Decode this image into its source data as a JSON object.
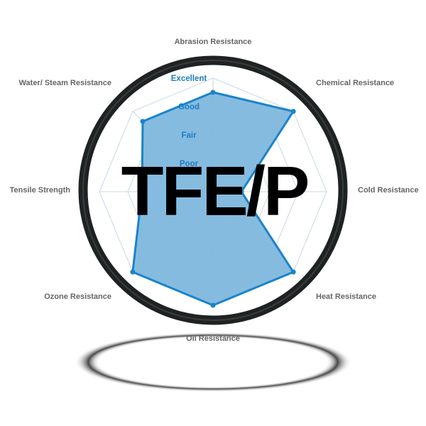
{
  "chart_data": {
    "type": "radar",
    "categories": [
      "Abrasion Resistance",
      "Chemical Resistance",
      "Cold Resistance",
      "Heat Resistance",
      "Oil Resistance",
      "Ozone Resistance",
      "Tensile Strength",
      "Water/ Steam Resistance"
    ],
    "values": [
      3.5,
      4,
      1,
      4,
      4,
      4,
      2.5,
      3.5
    ],
    "scale_labels": [
      "Poor",
      "Fair",
      "Good",
      "Excellent"
    ],
    "rlim": [
      0,
      4
    ],
    "grid": true,
    "colors": {
      "fill": "#7fb7de",
      "stroke": "#1a84c8",
      "grid": "#c9d6ec",
      "tick": "#1a7fc1",
      "axis_label": "#666666"
    }
  },
  "overlay_title": "TFE/P",
  "image": {
    "description_icon": "o-ring-icon"
  }
}
